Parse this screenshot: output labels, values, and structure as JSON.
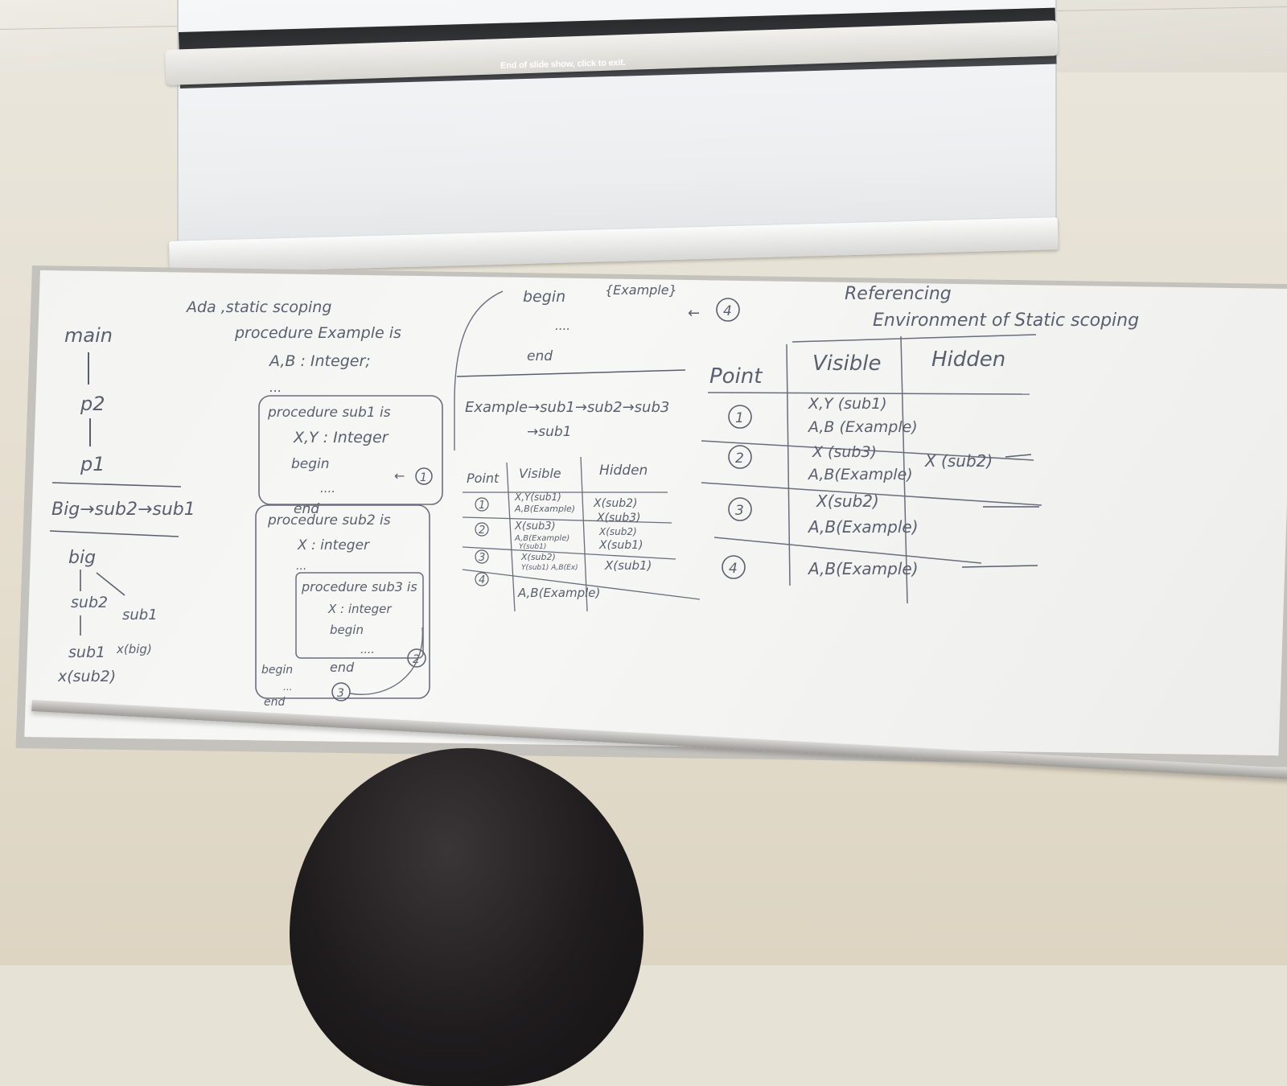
{
  "screen": {
    "message": "End of slide show, click to exit."
  },
  "board": {
    "call_chain": {
      "labels": [
        "main",
        "p2",
        "p1"
      ]
    },
    "big_line": "Big→sub2→sub1",
    "tree": {
      "root": "big",
      "left": "sub2",
      "right": "sub1",
      "right_note": "x(big)",
      "leaf": "sub1",
      "leaf_note": "x(sub2)"
    },
    "title": "Ada ,static scoping",
    "code": {
      "l1": "procedure Example is",
      "l2": "A,B : Integer;",
      "l3": "...",
      "l4": "procedure sub1 is",
      "l5": "X,Y : Integer",
      "l6": "begin",
      "l7": "....",
      "l8": "end",
      "l9": "procedure sub2 is",
      "l10": "X : integer",
      "l11": "...",
      "l12": "procedure sub3 is",
      "l13": "X : integer",
      "l14": "begin",
      "l15": "....",
      "l16": "end",
      "l17": "begin",
      "l18": "...",
      "l19": "end",
      "p1": "1",
      "p2": "2",
      "p3": "3"
    },
    "example_block": {
      "begin": "begin",
      "comment": "{Example}",
      "dots": "....",
      "end": "end",
      "p4": "4",
      "chain": "Example→sub1→sub2→sub3",
      "chain2": "→sub1"
    },
    "small_table": {
      "headers": [
        "Point",
        "Visible",
        "Hidden"
      ],
      "rows": [
        {
          "point": "1",
          "visible": [
            "X,Y(sub1)",
            "A,B(Example)"
          ],
          "hidden": [
            "X(sub2)",
            "X(sub3)"
          ]
        },
        {
          "point": "2",
          "visible": [
            "X(sub3)",
            "A,B(Example)",
            "Y(sub1)"
          ],
          "hidden": [
            "X(sub2)",
            "X(sub1)"
          ]
        },
        {
          "point": "3",
          "visible": [
            "X(sub2)",
            "Y(sub1) A,B(Ex)"
          ],
          "hidden": [
            "X(sub1)"
          ]
        },
        {
          "point": "4",
          "visible": [
            "A,B(Example)"
          ],
          "hidden": []
        }
      ]
    },
    "ref_title_1": "Referencing",
    "ref_title_2": "Environment of Static scoping",
    "big_table": {
      "headers": [
        "Point",
        "Visible",
        "Hidden"
      ],
      "rows": [
        {
          "point": "1",
          "visible": [
            "X,Y (sub1)",
            "A,B (Example)"
          ],
          "hidden": ""
        },
        {
          "point": "2",
          "visible": [
            "X (sub3)",
            "A,B(Example)"
          ],
          "hidden": "X (sub2)"
        },
        {
          "point": "3",
          "visible": [
            "X(sub2)",
            "A,B(Example)"
          ],
          "hidden": ""
        },
        {
          "point": "4",
          "visible": [
            "A,B(Example)"
          ],
          "hidden": ""
        }
      ]
    }
  }
}
